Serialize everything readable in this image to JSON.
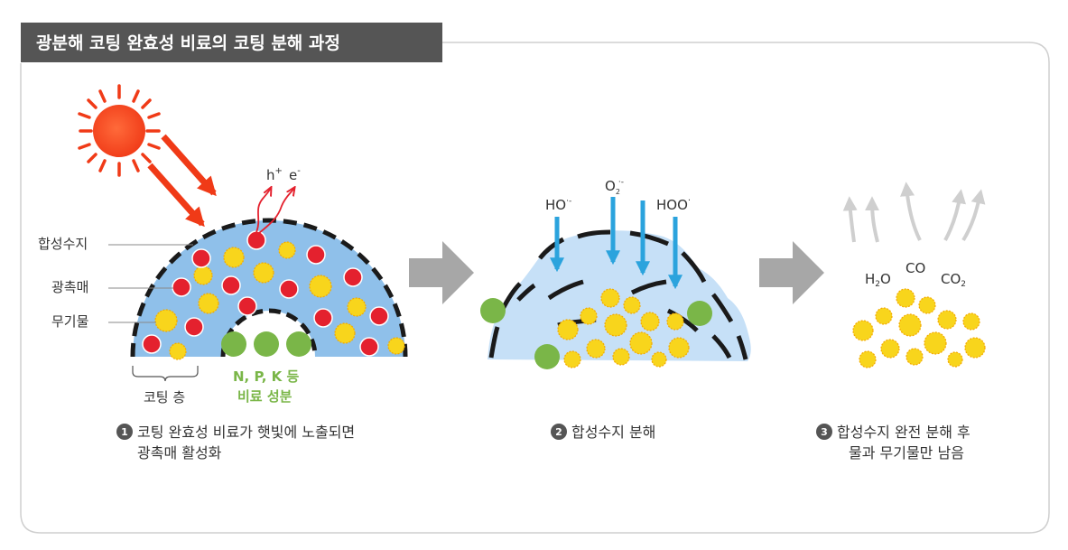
{
  "title": "광분해 코팅 완효성 비료의 코팅 분해 과정",
  "stage1": {
    "labels": {
      "resin": "합성수지",
      "photocatalyst": "광촉매",
      "mineral": "무기물"
    },
    "hole": "h",
    "hole_sup": "+",
    "electron": "e",
    "electron_sup": "-",
    "layer_label": "코팅 층",
    "nutrient_line1": "N, P, K 등",
    "nutrient_line2": "비료 성분",
    "step_num": "1",
    "caption_line1": "코팅 완효성 비료가 햇빛에 노출되면",
    "caption_line2": "광촉매 활성화"
  },
  "stage2": {
    "ho": "HO",
    "ho_sup": "·-",
    "o2": "O",
    "o2_sub": "2",
    "o2_sup": "·-",
    "hoo": "HOO",
    "hoo_sup": "·",
    "step_num": "2",
    "caption": "합성수지 분해"
  },
  "stage3": {
    "h2o": "H",
    "h2o_sub": "2",
    "h2o_tail": "O",
    "co": "CO",
    "co2": "CO",
    "co2_sub": "2",
    "step_num": "3",
    "caption_line1": "합성수지 완전 분해 후",
    "caption_line2": "물과 무기물만 남음"
  },
  "colors": {
    "header_bg": "#555555",
    "sun": "#f03a17",
    "ray_arrow": "#f03a17",
    "coating_blue": "#8fc0ea",
    "cloud_blue": "#c6e0f7",
    "photocatalyst_red": "#e4212e",
    "mineral_yellow": "#f8d51c",
    "nutrient_green": "#7ab648",
    "radical_arrow": "#2ba3dd",
    "process_arrow": "#a7a7a7",
    "gas_arrow": "#cfcfcf",
    "dash": "#1a1a1a"
  },
  "icons": [
    "sun-icon",
    "process-arrow-icon",
    "radical-arrow-icon",
    "gas-arrow-icon"
  ]
}
